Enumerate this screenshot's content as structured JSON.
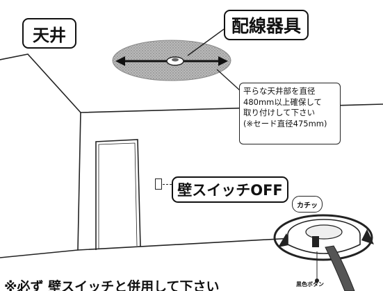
{
  "ceiling_label": "天井",
  "fixture_label": "配線器具",
  "note": {
    "lines": [
      "平らな天井部を直径",
      "480mm以上確保して",
      "取り付けして下さい",
      "(※セード直径475mm)"
    ]
  },
  "wall_switch_label": "壁スイッチOFF",
  "click_label": "カチッ",
  "black_button_label": "黒色ボタン",
  "footer_note": "※必ず 壁スイッチと併用して下さい"
}
